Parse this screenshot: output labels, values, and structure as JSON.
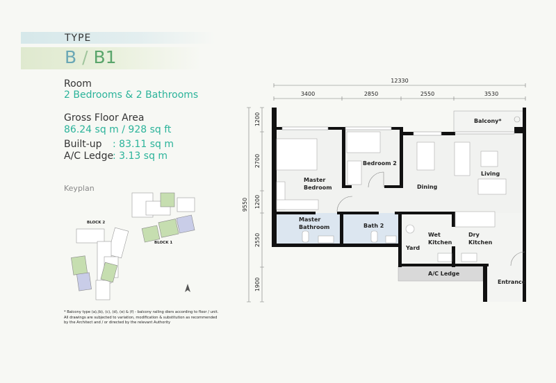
{
  "header": {
    "type_label": "TYPE",
    "type_b": "B",
    "separator": "/",
    "type_b1": "B1"
  },
  "room": {
    "label": "Room",
    "value": "2 Bedrooms & 2 Bathrooms"
  },
  "gross_floor_area": {
    "label": "Gross Floor Area",
    "value": "86.24 sq m / 928 sq ft"
  },
  "built_up": {
    "label": "Built-up",
    "value": ": 83.11 sq m"
  },
  "ac_ledge": {
    "label": "A/C Ledge",
    "value": ": 3.13 sq m"
  },
  "keyplan": {
    "label": "Keyplan",
    "block1": "BLOCK 1",
    "block2": "BLOCK 2",
    "highlight_color": "#c6deb0",
    "alt_color": "#c9cde8"
  },
  "notes": [
    "* Balcony type (a),(b), (c), (d), (e) & (f) - balcony railing diers according to floor / unit.",
    "All drawings are subjected to variation, modification & substitution as recommended",
    "by the Architect and / or directed by the relevant Authority"
  ],
  "dimensions": {
    "total_width": "12330",
    "widths": [
      "3400",
      "2850",
      "2550",
      "3530"
    ],
    "total_depth": "9550",
    "depths": [
      "1200",
      "2700",
      "1200",
      "2550",
      "1900"
    ]
  },
  "rooms": {
    "master_bedroom": [
      "Master",
      "Bedroom"
    ],
    "bedroom2": "Bedroom 2",
    "dining": "Dining",
    "living": "Living",
    "balcony": "Balcony*",
    "master_bathroom": [
      "Master",
      "Bathroom"
    ],
    "bath2": "Bath 2",
    "yard": "Yard",
    "wet_kitchen": [
      "Wet",
      "Kitchen"
    ],
    "dry_kitchen": [
      "Dry",
      "Kitchen"
    ],
    "ac_ledge": "A/C Ledge",
    "entrance": "Entrance"
  },
  "colors": {
    "accent_teal": "#2bb39a",
    "bathroom_fill": "#dce6f0",
    "ledge_fill": "#d9d9d9"
  }
}
